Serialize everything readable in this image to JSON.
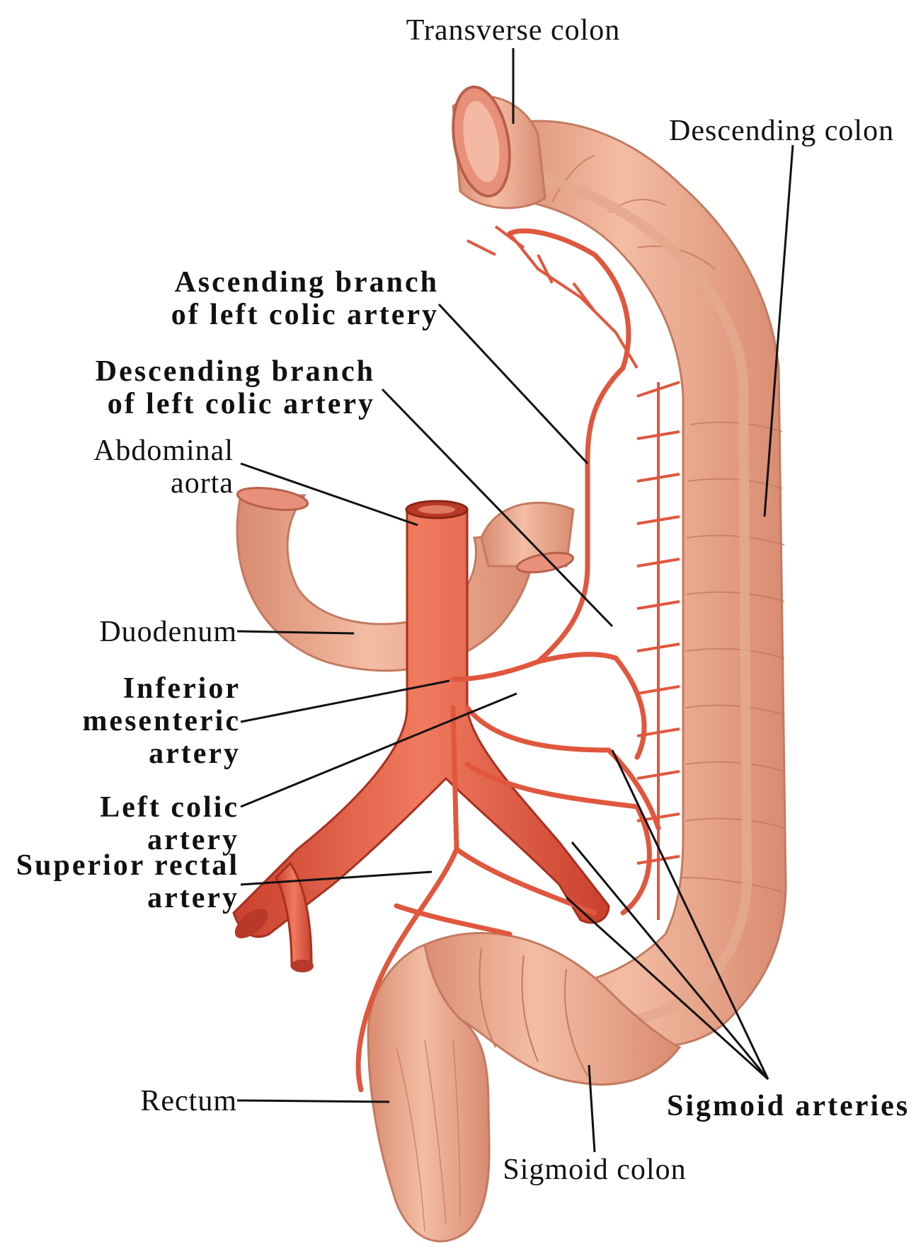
{
  "labels": {
    "transverse_colon": "Transverse colon",
    "descending_colon": "Descending colon",
    "ascending_branch": "Ascending branch\nof left colic artery",
    "descending_branch": "Descending branch\nof left colic artery",
    "abdominal_aorta": "Abdominal\naorta",
    "duodenum": "Duodenum",
    "inferior_mesenteric": "Inferior\nmesenteric\nartery",
    "left_colic": "Left colic artery",
    "superior_rectal": "Superior rectal\nartery",
    "rectum": "Rectum",
    "sigmoid_arteries": "Sigmoid arteries",
    "sigmoid_colon": "Sigmoid colon"
  },
  "colors": {
    "tissue": "#eba98f",
    "tissue_shade": "#d98b70",
    "tissue_light": "#f7cdb8",
    "artery": "#e0573e",
    "artery_dark": "#b8392a",
    "leader": "#111111"
  }
}
